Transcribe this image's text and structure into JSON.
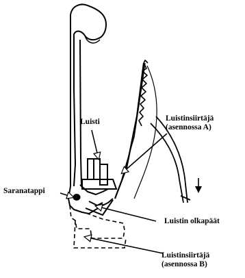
{
  "labels": {
    "luisti": "Luisti",
    "luistinsiirtaja_a_line1": "Luistinsiirtäjä",
    "luistinsiirtaja_a_line2": "(asennossa A)",
    "saranatappi": "Saranatappi",
    "luistin_olkapaat": "Luistin olkapäät",
    "luistinsiirtaja_b_line1": "Luistinsiirtäjä",
    "luistinsiirtaja_b_line2": "(asennossa B)"
  },
  "colors": {
    "ink": "#000000",
    "background": "#ffffff"
  },
  "icons": {
    "direction_arrow": "arrow-down-icon"
  }
}
